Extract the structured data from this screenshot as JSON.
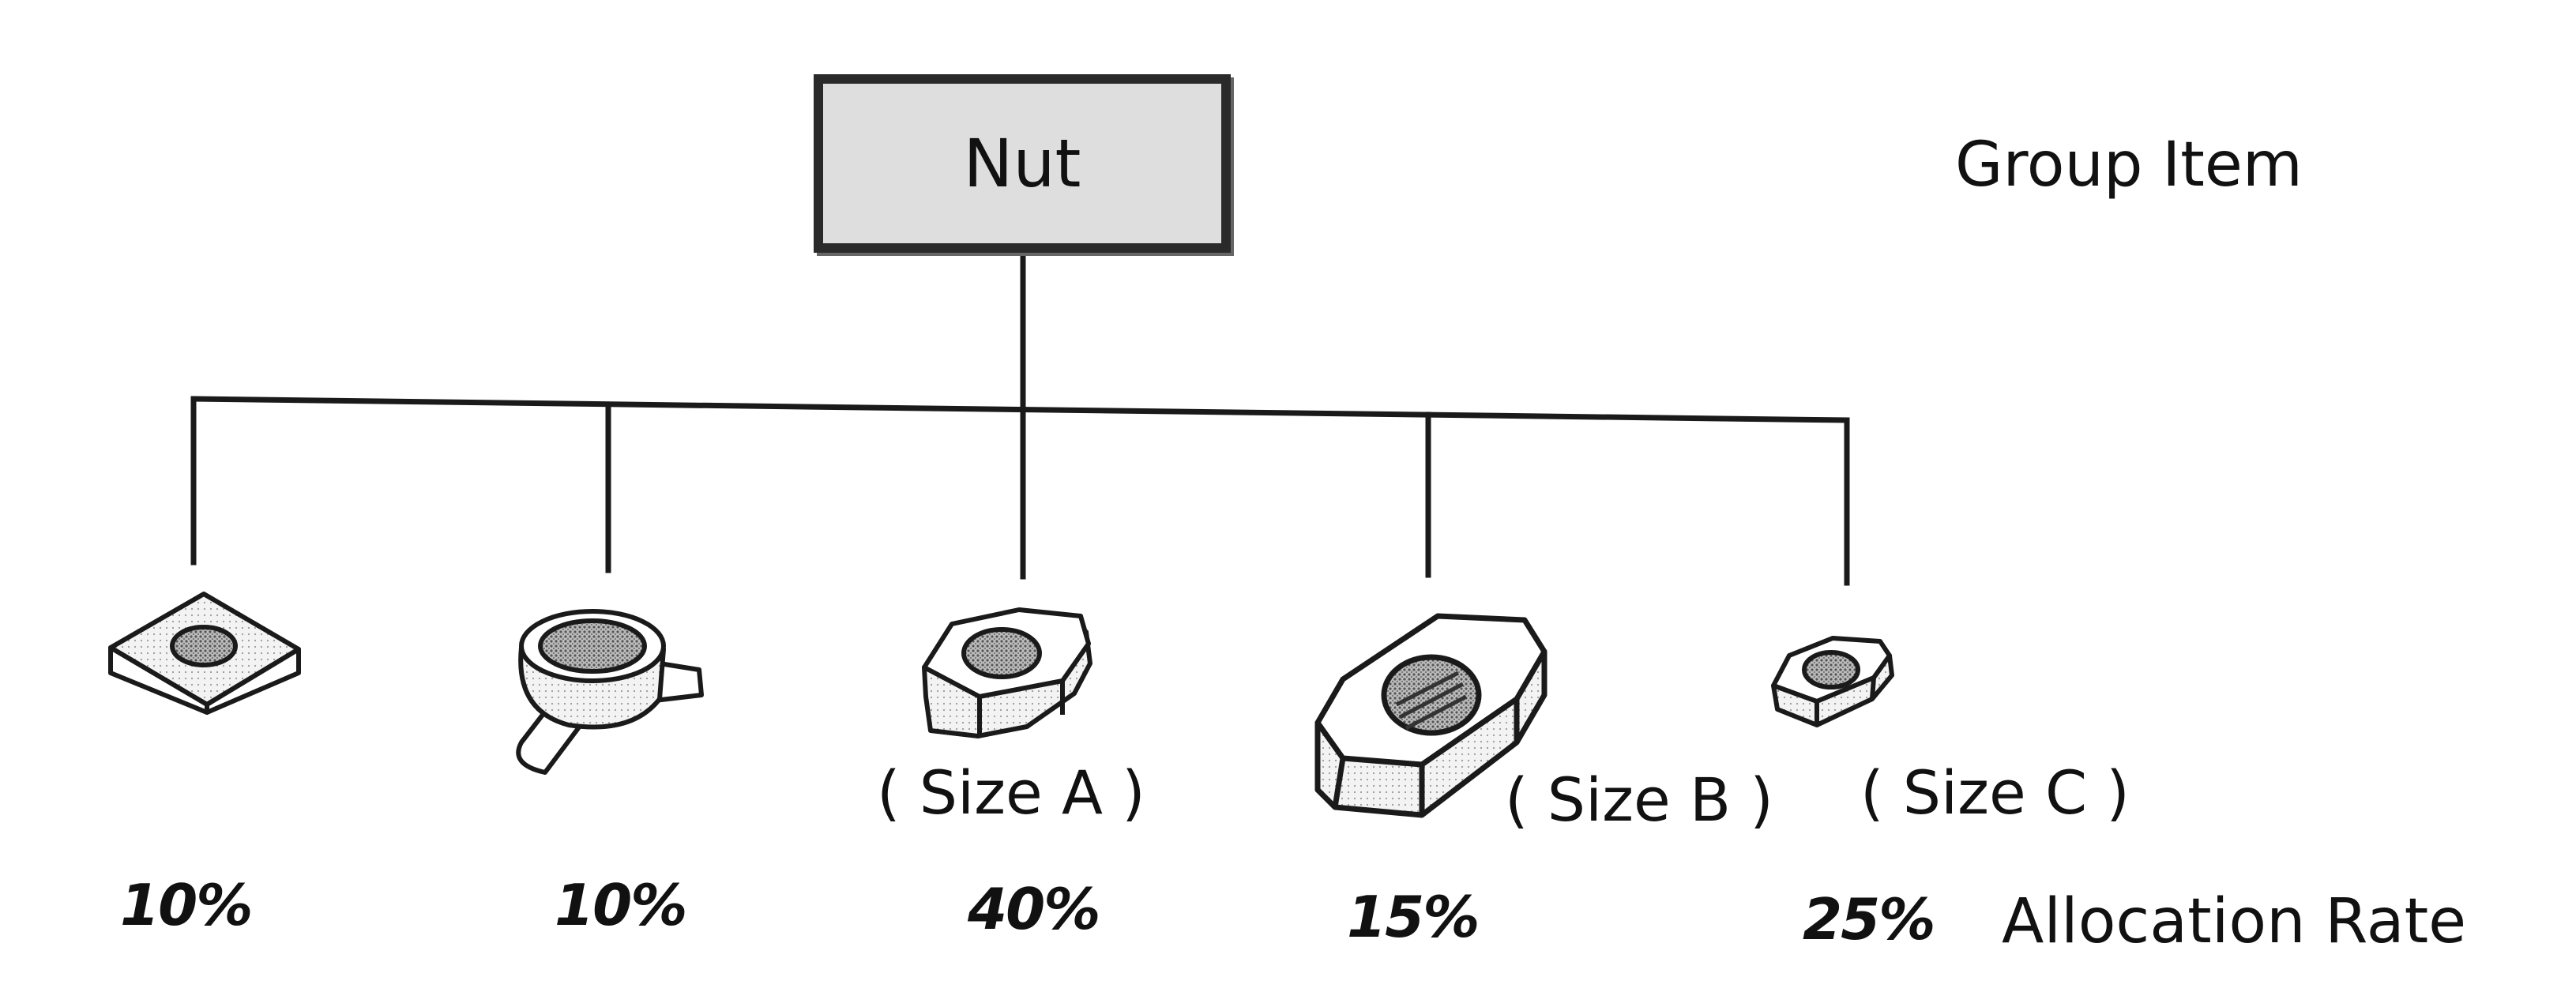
{
  "root": {
    "label": "Nut"
  },
  "legend": {
    "group_item": "Group Item",
    "allocation_rate": "Allocation Rate"
  },
  "children": [
    {
      "icon": "square-nut-icon",
      "size_label": "",
      "rate": "10%"
    },
    {
      "icon": "cap-nut-with-tabs-icon",
      "size_label": "",
      "rate": "10%"
    },
    {
      "icon": "hex-nut-icon",
      "size_label": "( Size A )",
      "rate": "40%"
    },
    {
      "icon": "large-hex-nut-icon",
      "size_label": "( Size B )",
      "rate": "15%"
    },
    {
      "icon": "small-hex-nut-icon",
      "size_label": "( Size C )",
      "rate": "25%"
    }
  ]
}
